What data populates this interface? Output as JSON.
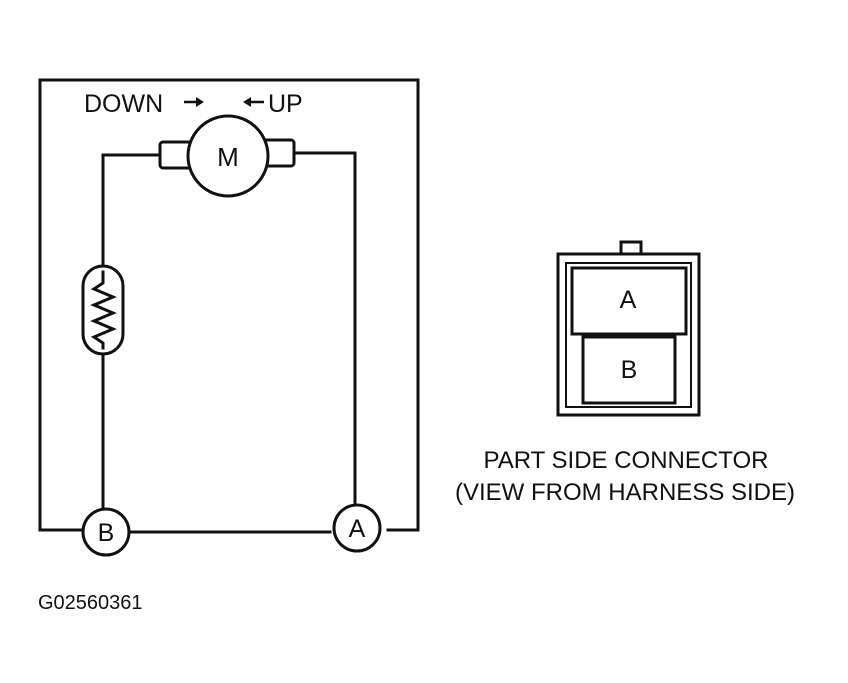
{
  "motor": {
    "label": "M",
    "down_label": "DOWN",
    "up_label": "UP"
  },
  "terminals": {
    "a_label": "A",
    "b_label": "B"
  },
  "connector": {
    "cavity_a": "A",
    "cavity_b": "B",
    "caption_line1": "PART SIDE CONNECTOR",
    "caption_line2": "(VIEW FROM HARNESS SIDE)"
  },
  "figure_id": "G02560361",
  "colors": {
    "ink": "#111111",
    "background": "#ffffff"
  }
}
